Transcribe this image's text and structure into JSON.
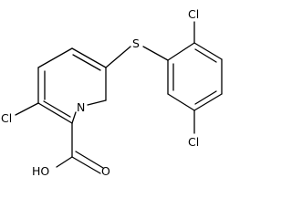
{
  "molecule": {
    "atoms": {
      "cl_pyridine": "Cl",
      "nitrogen": "N",
      "sulfur": "S",
      "cl_ortho": "Cl",
      "cl_meta": "Cl",
      "hydroxyl": "HO",
      "carbonyl_oxygen": "O"
    }
  },
  "colors": {
    "bond": "#000000",
    "background": "#ffffff"
  }
}
